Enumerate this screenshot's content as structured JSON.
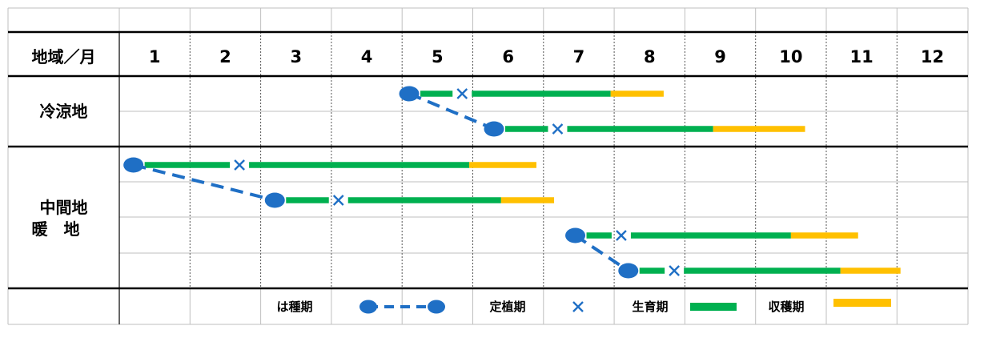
{
  "chart_data": {
    "type": "gantt",
    "header_label": "地域／月",
    "months": [
      "1",
      "2",
      "3",
      "4",
      "5",
      "6",
      "7",
      "8",
      "9",
      "10",
      "11",
      "12"
    ],
    "regions": [
      {
        "label": "冷涼地",
        "label_lines": [
          "冷涼地"
        ]
      },
      {
        "label": "中間地\n暖　地",
        "label_lines": [
          "中間地",
          "暖　地"
        ]
      }
    ],
    "rows": [
      {
        "region": 0,
        "sow": 5.1,
        "transplant": 5.85,
        "growth_end": 7.95,
        "harvest_end": 8.7
      },
      {
        "region": 0,
        "sow": 6.3,
        "transplant": 7.2,
        "growth_end": 9.4,
        "harvest_end": 10.7
      },
      {
        "region": 1,
        "sow": 1.2,
        "transplant": 2.7,
        "growth_end": 5.95,
        "harvest_end": 6.9
      },
      {
        "region": 1,
        "sow": 3.2,
        "transplant": 4.1,
        "growth_end": 6.4,
        "harvest_end": 7.15
      },
      {
        "region": 1,
        "sow": 7.45,
        "transplant": 8.1,
        "growth_end": 10.5,
        "harvest_end": 11.45
      },
      {
        "region": 1,
        "sow": 8.2,
        "transplant": 8.85,
        "growth_end": 11.2,
        "harvest_end": 12.05
      }
    ],
    "legend": {
      "sowing": "は種期",
      "transplanting": "定植期",
      "growth": "生育期",
      "harvest": "収穫期"
    },
    "colors": {
      "sowing": "#1f6fc5",
      "growth": "#00b050",
      "harvest": "#ffc000",
      "grid": "#bfbfbf",
      "border": "#000000"
    }
  }
}
